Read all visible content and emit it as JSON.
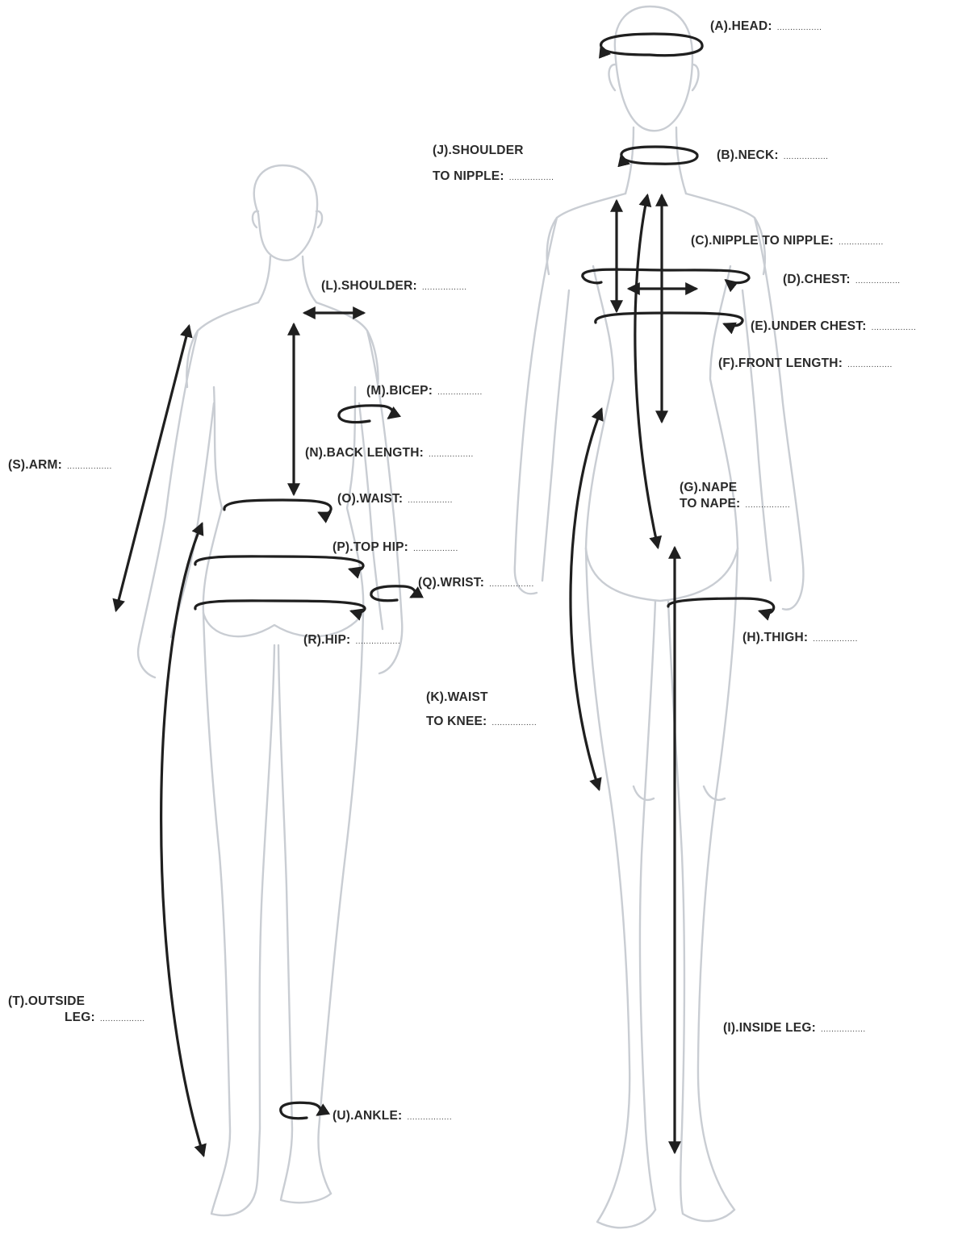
{
  "measurements": {
    "a": {
      "label": "(A).HEAD:",
      "value": "................."
    },
    "b": {
      "label": "(B).NECK:",
      "value": "................."
    },
    "c": {
      "label": "(C).NIPPLE TO NIPPLE:",
      "value": "................."
    },
    "d": {
      "label": "(D).CHEST:",
      "value": "................."
    },
    "e": {
      "label": "(E).UNDER CHEST:",
      "value": "................."
    },
    "f": {
      "label": "(F).FRONT LENGTH:",
      "value": "................."
    },
    "g": {
      "label_line1": "(G).NAPE",
      "label_line2": "TO NAPE:",
      "value": "................."
    },
    "h": {
      "label": "(H).THIGH:",
      "value": "................."
    },
    "i": {
      "label": "(I).INSIDE LEG:",
      "value": "................."
    },
    "j": {
      "label_line1": "(J).SHOULDER",
      "label_line2": "TO NIPPLE:",
      "value": "................."
    },
    "k": {
      "label_line1": "(K).WAIST",
      "label_line2": "TO KNEE:",
      "value": "................."
    },
    "l": {
      "label": "(L).SHOULDER:",
      "value": "................."
    },
    "m": {
      "label": "(M).BICEP:",
      "value": "................."
    },
    "n": {
      "label": "(N).BACK LENGTH:",
      "value": "................."
    },
    "o": {
      "label": "(O).WAIST:",
      "value": "................."
    },
    "p": {
      "label": "(P).TOP HIP:",
      "value": "................."
    },
    "q": {
      "label": "(Q).WRIST:",
      "value": "................."
    },
    "r": {
      "label": "(R).HIP:",
      "value": "................."
    },
    "s": {
      "label": "(S).ARM:",
      "value": "................."
    },
    "t": {
      "label_line1": "(T).OUTSIDE",
      "label_line2": "LEG:",
      "value": "................."
    },
    "u": {
      "label": "(U).ANKLE:",
      "value": "................."
    }
  },
  "colors": {
    "silhouette": "#c9cdd3",
    "measure_line": "#1f1f1f",
    "text": "#2a2a2a"
  }
}
